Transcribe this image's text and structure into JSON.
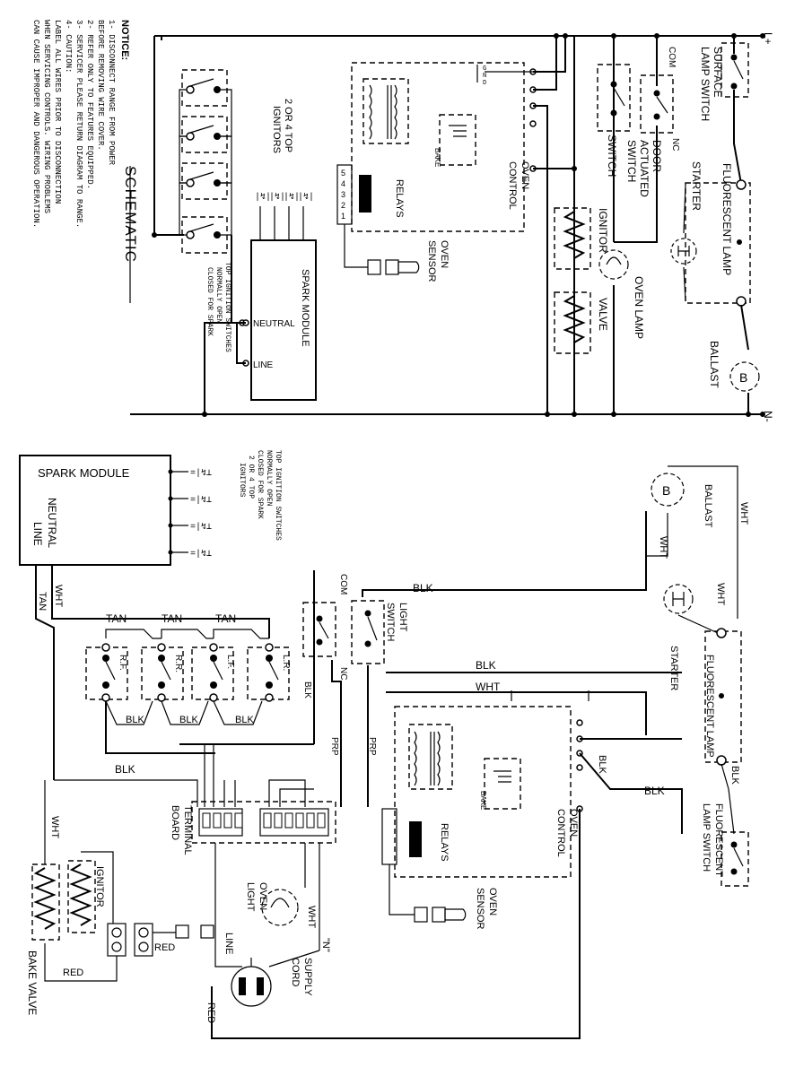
{
  "notice": {
    "title": "NOTICE:",
    "lines": [
      "1- DISCONNECT RANGE FROM POWER",
      "   BEFORE REMOVING WIRE COVER.",
      "2- REFER ONLY TO FEATURES EQUIPPED.",
      "3- SERVICER PLEASE RETURN DIAGRAM TO RANGE.",
      "4- CAUTION:",
      "   LABEL ALL WIRES PRIOR TO DISCONNECTION",
      "   WHEN SERVICING CONTROLS. WIRING PROBLEMS",
      "   CAN CAUSE IMPROPER AND DANGEROUS OPERATION."
    ]
  },
  "schematic": {
    "title": "SCHEMATIC",
    "l_plus": "L+",
    "n_minus": "N-",
    "ignitors_label": [
      "2 OR 4 TOP",
      "IGNITORS"
    ],
    "spark_module": "SPARK MODULE",
    "neutral": "NEUTRAL",
    "line": "LINE",
    "top_ignition_note": [
      "TOP IGNITION SWITCHES",
      "NORMALLY OPEN",
      "CLOSED FOR SPARK"
    ],
    "relays": "RELAYS",
    "bake": "BAKE",
    "oven_control": [
      "OVEN",
      "CONTROL"
    ],
    "oven_sensor": [
      "OVEN",
      "SENSOR"
    ],
    "ignitor": "IGNITOR",
    "valve": "VALVE",
    "oven_lamp": "OVEN LAMP",
    "switch": "SWITCH",
    "door_switch": [
      "DOOR",
      "ACTUATED",
      "SWITCH"
    ],
    "com": "COM",
    "nc": "NC",
    "surface_lamp_switch": [
      "SURFACE",
      "LAMP SWITCH"
    ],
    "fluorescent_lamp": [
      "FLUORESCENT LAMP"
    ],
    "starter": "STARTER",
    "ballast": "BALLAST",
    "ballast_mark": "B",
    "terminal_nums": [
      "5",
      "4",
      "3",
      "2",
      "1"
    ],
    "gnd_labels": [
      "G",
      "N",
      "D"
    ],
    "pin_labels": [
      "N",
      "L",
      "B",
      "L",
      "B"
    ]
  },
  "wiring": {
    "spark_module": "SPARK MODULE",
    "neutral": "NEUTRAL",
    "line": "LINE",
    "top_ignition_note": [
      "TOP IGNITION SWITCHES",
      "NORMALLY OPEN",
      "CLOSED FOR SPARK",
      "2 OR 4 TOP",
      "IGNITORS"
    ],
    "tan": "TAN",
    "wht": "WHT",
    "blk": "BLK",
    "prp": "PRP",
    "red": "RED",
    "rf": "R.F.",
    "rr": "R.R.",
    "lf": "L.F.",
    "lr": "L.R.",
    "com": "COM",
    "nc": "NC",
    "light_switch": [
      "LIGHT",
      "SWITCH"
    ],
    "terminal_board": [
      "TERMINAL",
      "BOARD"
    ],
    "relays": "RELAYS",
    "bake": "BAKE",
    "oven_control": [
      "OVEN",
      "CONTROL"
    ],
    "oven_sensor": [
      "OVEN",
      "SENSOR"
    ],
    "oven_light": [
      "OVEN",
      "LIGHT"
    ],
    "supply_cord": [
      "SUPPLY",
      "CORD"
    ],
    "n_mark": "\"N\"",
    "line_label": "LINE",
    "ignitor": "IGNITOR",
    "bake_valve": "BAKE VALVE",
    "ballast": "BALLAST",
    "starter": "STARTER",
    "fluorescent_lamp": "FLUORESCENT LAMP",
    "fluorescent_lamp_switch": [
      "FLUORESCENT",
      "LAMP SWITCH"
    ],
    "ballast_mark": "B"
  }
}
